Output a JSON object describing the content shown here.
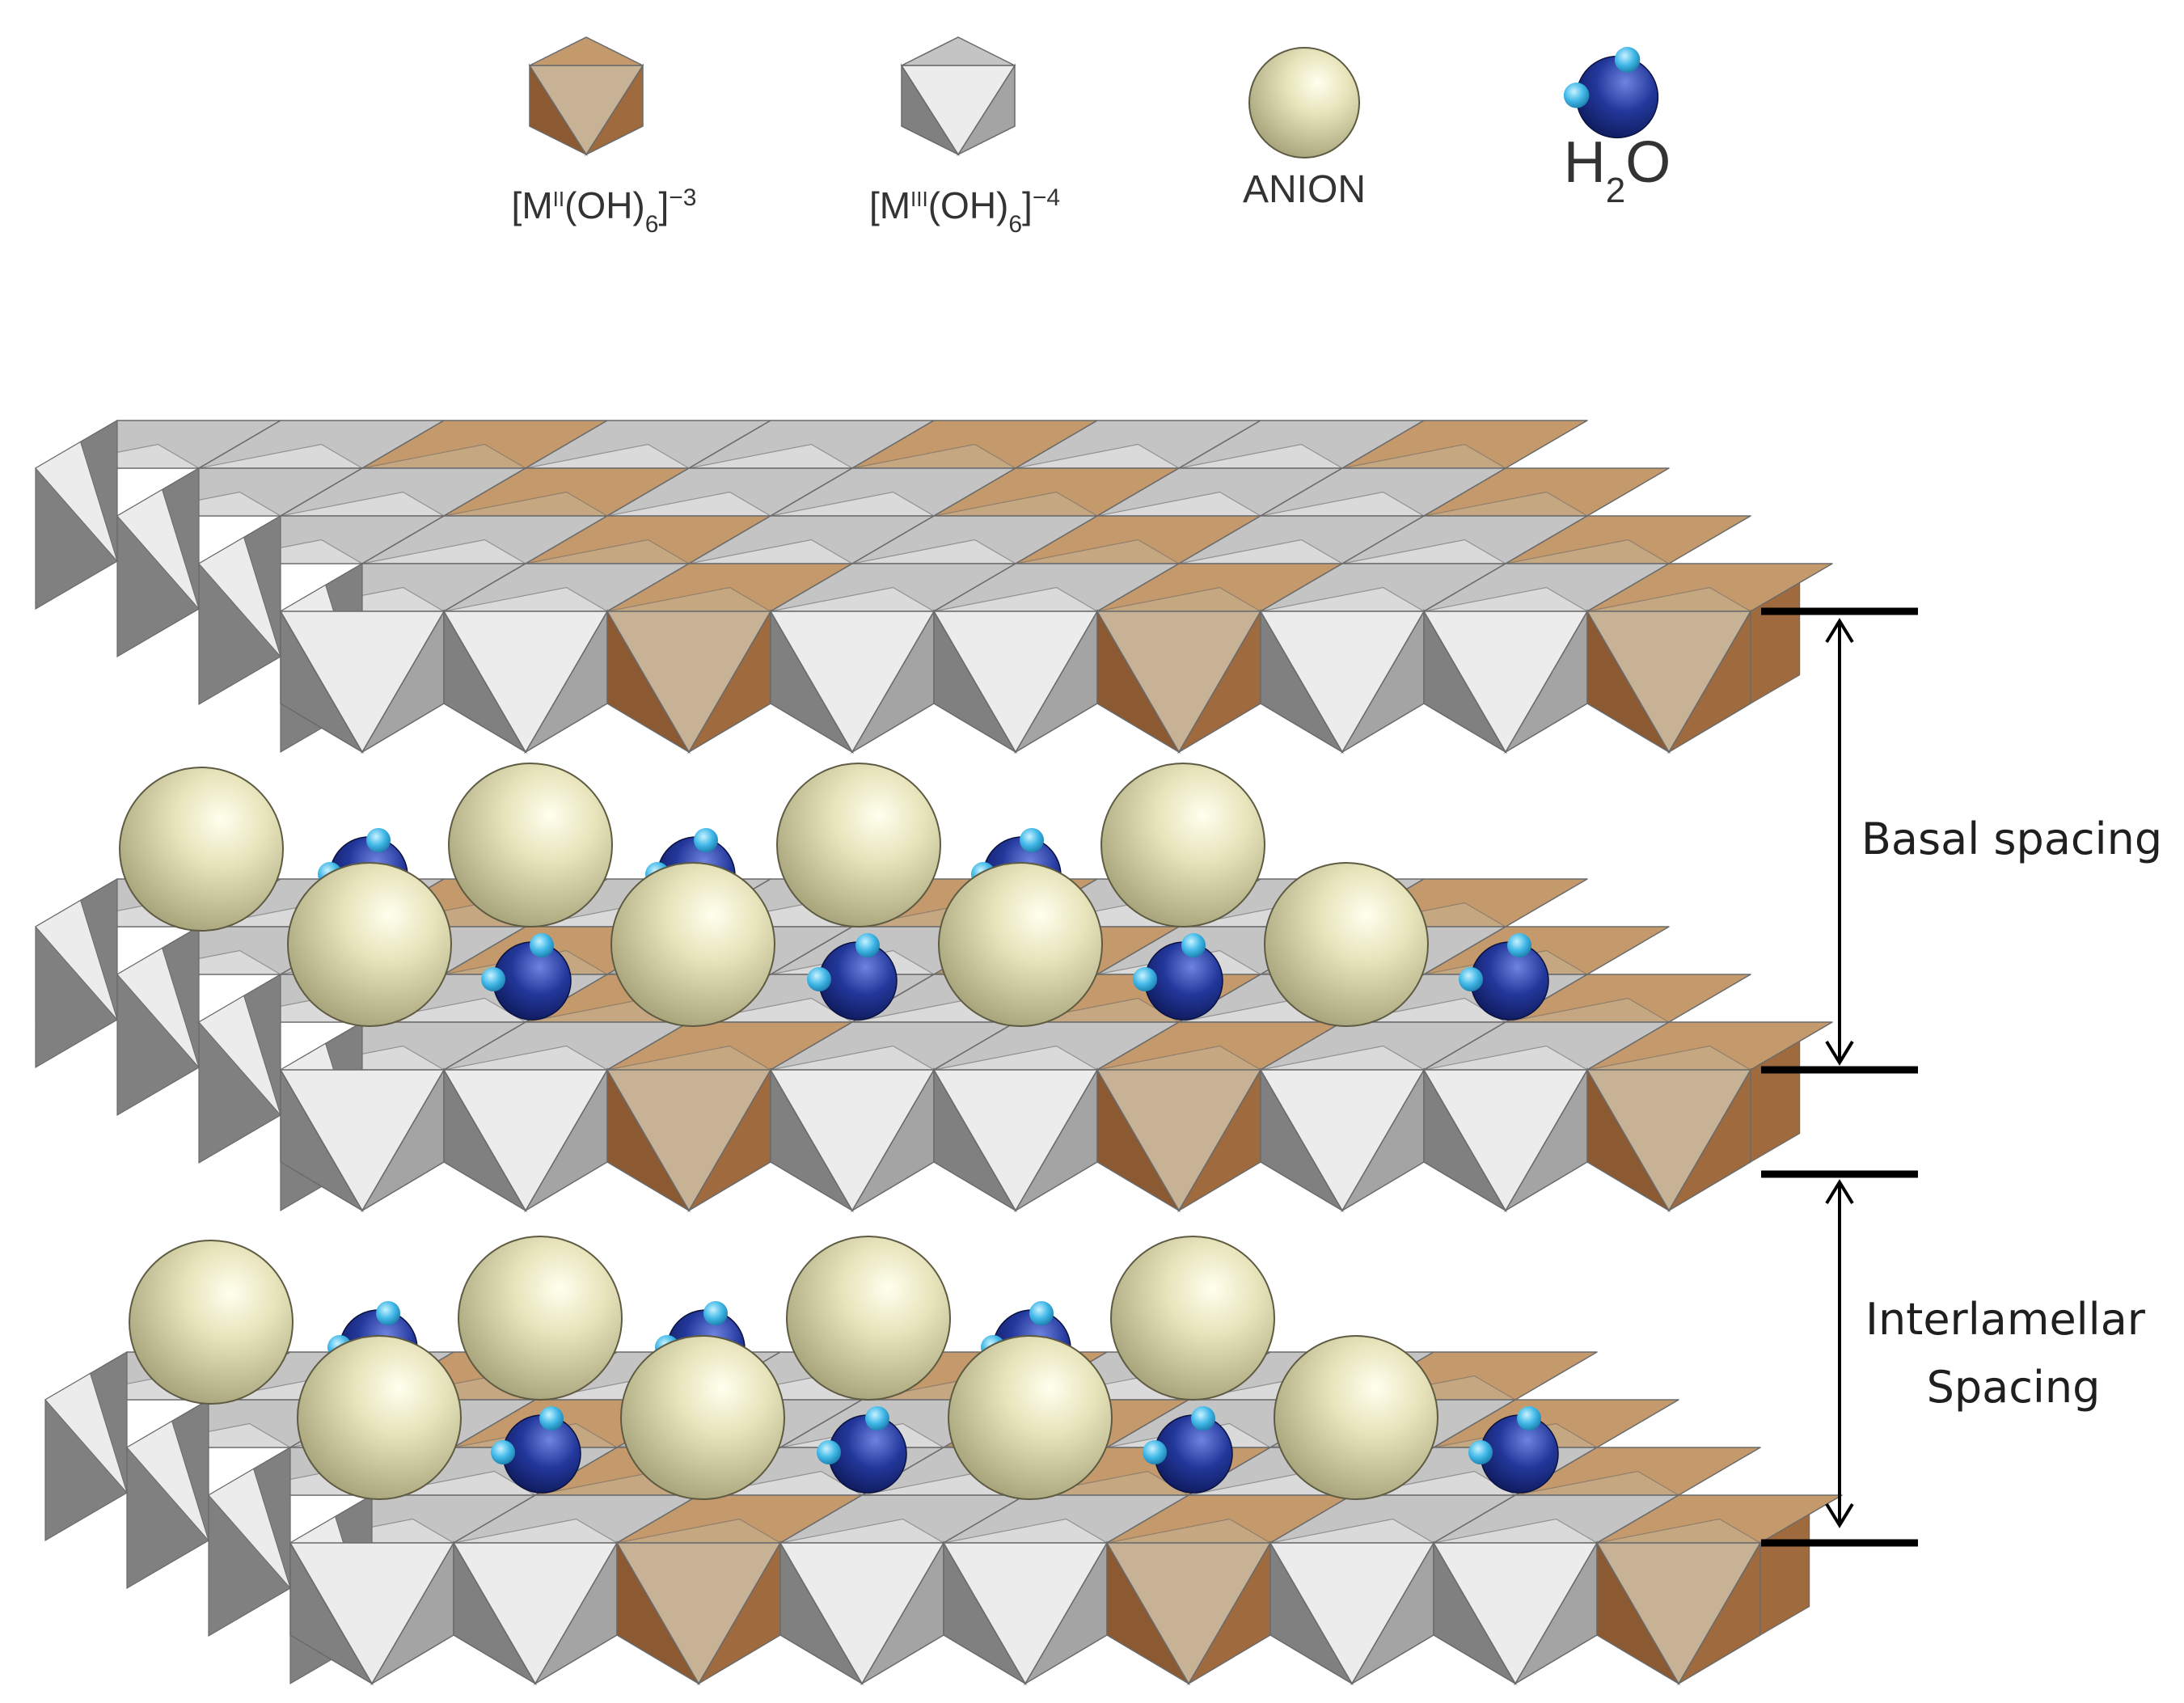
{
  "legend": {
    "m2": {
      "base": "[M",
      "sup": "II",
      "mid": "(OH)",
      "sub": "6",
      "tail": "]",
      "charge": "−3",
      "icon": "octahedron-brown"
    },
    "m3": {
      "base": "[M",
      "sup": "III",
      "mid": "(OH)",
      "sub": "6",
      "tail": "]",
      "charge": "−4",
      "icon": "octahedron-gray"
    },
    "anion": {
      "label": "ANION",
      "icon": "anion-sphere"
    },
    "water": {
      "h": "H",
      "sub": "2",
      "o": "O",
      "icon": "water-molecule"
    }
  },
  "spacings": {
    "basal": {
      "label": "Basal spacing"
    },
    "interlamellar": {
      "line1": "Interlamellar",
      "line2": "Spacing"
    }
  },
  "layers": {
    "count": 3,
    "columns": 9,
    "rows": 4,
    "pattern": [
      "gray",
      "gray",
      "brown",
      "gray",
      "gray",
      "brown",
      "gray",
      "gray",
      "brown"
    ]
  },
  "interlayer": {
    "anions_per_gallery": 8,
    "water_per_gallery": 7
  },
  "colors": {
    "brown_top": "#c49a6c",
    "brown_front": "#c7b295",
    "brown_left": "#8b5a32",
    "brown_right": "#9e6a3e",
    "gray_top": "#c4c4c4",
    "gray_front": "#ececec",
    "gray_left": "#808080",
    "gray_right": "#a4a4a4",
    "anion": "#d8d4a8",
    "water": "#1b2d8a",
    "hydrogen": "#3fb6e6"
  }
}
